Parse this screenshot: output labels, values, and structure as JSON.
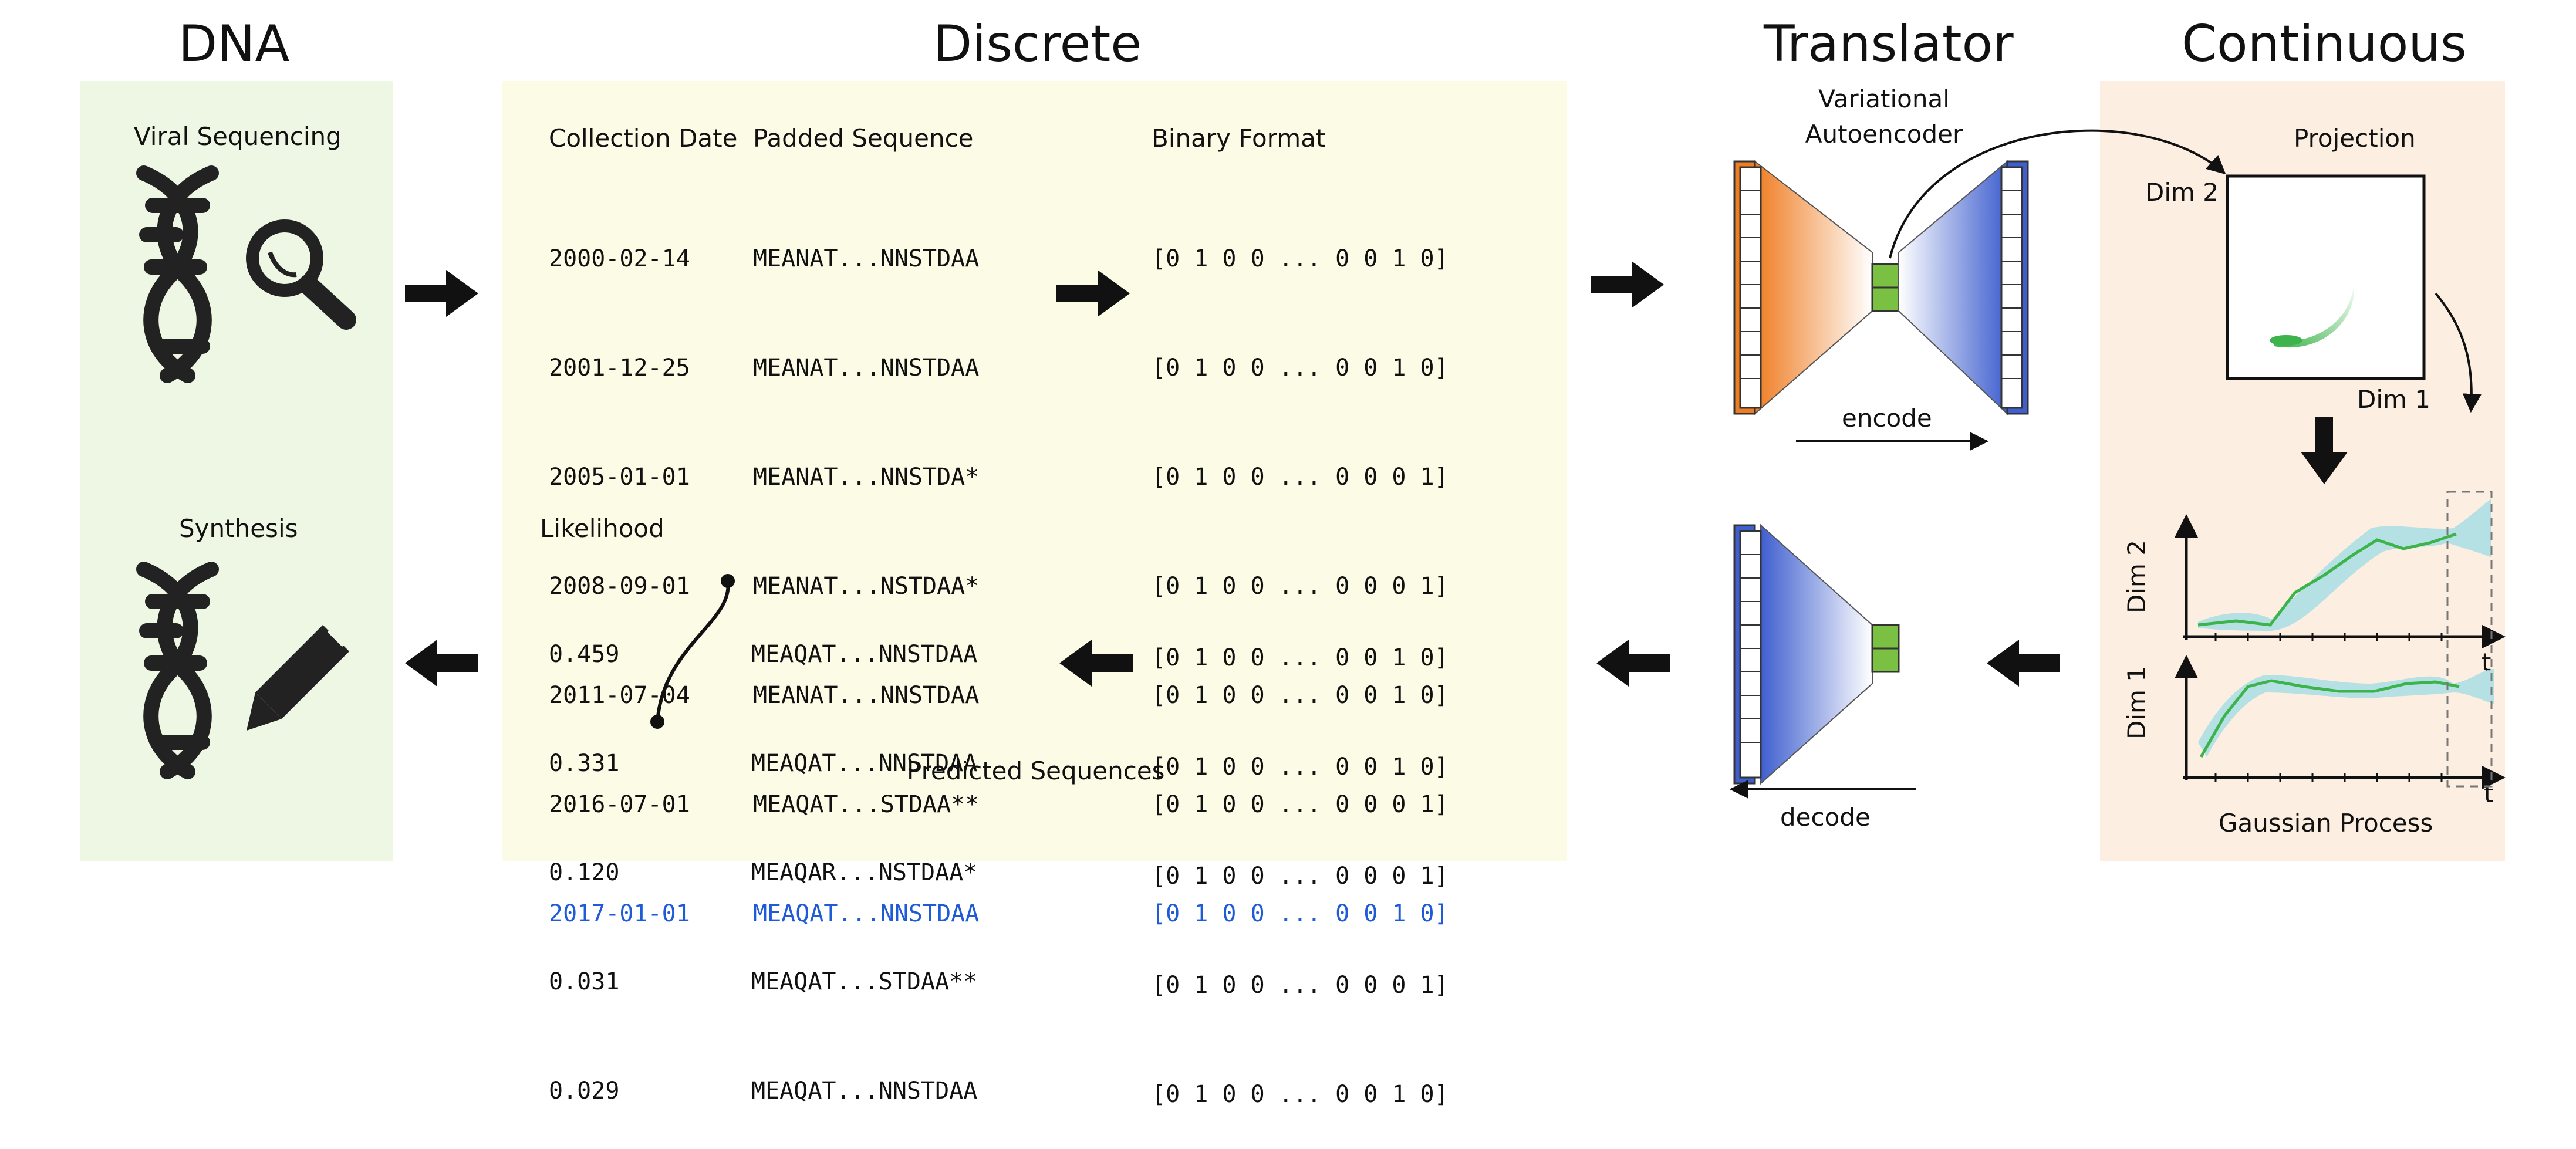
{
  "headings": {
    "dna": "DNA",
    "discrete": "Discrete",
    "translator": "Translator",
    "continuous": "Continuous"
  },
  "dna_panel": {
    "viral_sequencing": "Viral Sequencing",
    "synthesis": "Synthesis"
  },
  "discrete_panel": {
    "collection_date_header": "Collection Date",
    "padded_sequence_header": "Padded Sequence",
    "binary_format_header": "Binary Format",
    "likelihood_header": "Likelihood",
    "predicted_sequences": "Predicted Sequences",
    "input_rows": [
      {
        "date": "2000-02-14",
        "sequence": "MEANAT...NNSTDAA",
        "binary": "[0 1 0 0 ... 0 0 1 0]"
      },
      {
        "date": "2001-12-25",
        "sequence": "MEANAT...NNSTDAA",
        "binary": "[0 1 0 0 ... 0 0 1 0]"
      },
      {
        "date": "2005-01-01",
        "sequence": "MEANAT...NNSTDA*",
        "binary": "[0 1 0 0 ... 0 0 0 1]"
      },
      {
        "date": "2008-09-01",
        "sequence": "MEANAT...NSTDAA*",
        "binary": "[0 1 0 0 ... 0 0 0 1]"
      },
      {
        "date": "2011-07-04",
        "sequence": "MEANAT...NNSTDAA",
        "binary": "[0 1 0 0 ... 0 0 1 0]"
      },
      {
        "date": "2016-07-01",
        "sequence": "MEAQAT...STDAA**",
        "binary": "[0 1 0 0 ... 0 0 0 1]"
      },
      {
        "date": "2017-01-01",
        "sequence": "MEAQAT...NNSTDAA",
        "binary": "[0 1 0 0 ... 0 0 1 0]"
      }
    ],
    "output_rows": [
      {
        "likelihood": "0.459",
        "sequence": "MEAQAT...NNSTDAA",
        "binary": "[0 1 0 0 ... 0 0 1 0]"
      },
      {
        "likelihood": "0.331",
        "sequence": "MEAQAT...NNSTDAA",
        "binary": "[0 1 0 0 ... 0 0 1 0]"
      },
      {
        "likelihood": "0.120",
        "sequence": "MEAQAR...NSTDAA*",
        "binary": "[0 1 0 0 ... 0 0 0 1]"
      },
      {
        "likelihood": "0.031",
        "sequence": "MEAQAT...STDAA**",
        "binary": "[0 1 0 0 ... 0 0 0 1]"
      },
      {
        "likelihood": "0.029",
        "sequence": "MEAQAT...NNSTDAA",
        "binary": "[0 1 0 0 ... 0 0 1 0]"
      }
    ]
  },
  "translator_panel": {
    "vae_label_line1": "Variational",
    "vae_label_line2": "Autoencoder",
    "encode": "encode",
    "decode": "decode"
  },
  "continuous_panel": {
    "projection": "Projection",
    "dim2": "Dim 2",
    "dim1": "Dim 1",
    "gp_dim2": "Dim 2",
    "gp_dim1": "Dim 1",
    "t_top": "t",
    "t_bottom": "t",
    "gaussian_process": "Gaussian Process"
  },
  "colors": {
    "dna_panel_bg": "#eef7e4",
    "discrete_panel_bg": "#fbfbe6",
    "continuous_panel_bg": "#fdeee2",
    "encoder_orange": "#ef7d22",
    "decoder_blue": "#3f5fcf",
    "latent_green": "#7ac143",
    "highlight_blue": "#1f5bd6",
    "gp_band": "#a8dde4",
    "gp_line": "#3cb44b"
  },
  "icons": [
    "dna-icon",
    "magnifier-icon",
    "pencil-icon",
    "arrow-right-icon",
    "arrow-left-icon",
    "arrow-down-icon"
  ]
}
